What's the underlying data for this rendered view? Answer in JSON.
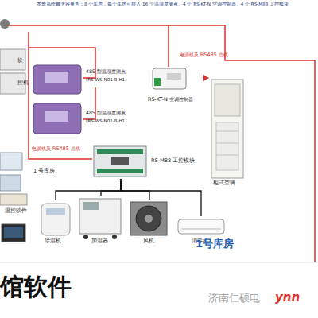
{
  "diagram": {
    "nodes": [
      {
        "text": [
          "485 型温湿度测点",
          "(RS-WS-N01-8-H1)"
        ]
      },
      {
        "text": [
          "485 型温湿度测点",
          "(RS-WS-N01-8-H1)"
        ]
      },
      {
        "text": [
          "RS-KT-N 空调控制器"
        ]
      },
      {
        "text": [
          "柜式空调"
        ]
      },
      {
        "text": [
          "RS-M88 工控模块"
        ]
      },
      {
        "text": [
          "除湿机"
        ]
      },
      {
        "text": [
          "加湿器"
        ]
      },
      {
        "text": [
          "风机"
        ]
      },
      {
        "text": [
          "消毒机"
        ]
      }
    ],
    "edges": [
      {
        "from": 2,
        "to": 3,
        "arrow": "to"
      },
      {
        "from": 4,
        "to": 5,
        "arrow": "none"
      },
      {
        "from": 4,
        "to": 6,
        "arrow": "none"
      },
      {
        "from": 4,
        "to": 7,
        "arrow": "none"
      },
      {
        "from": 4,
        "to": 8,
        "arrow": "none"
      }
    ],
    "labels": [
      "本套系统最大容量为：8 个库房，每个库房可接入 16 个温湿度测点、4 个 RS-KT-N 空调控制器、4 个 RS-M88 工控模块",
      "电源线及 RS485 总线",
      "电源线及 RS485 总线",
      "1 号库房",
      "1号库房",
      "块",
      "控机",
      "温控软件",
      "馆软件",
      "济南仁硕电",
      "ynn"
    ]
  }
}
